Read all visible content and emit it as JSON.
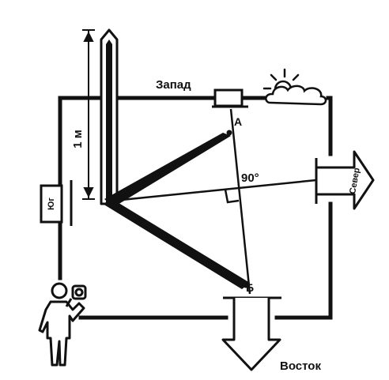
{
  "labels": {
    "west": "Запад",
    "east": "Восток",
    "north": "Север",
    "south": "Юг",
    "point_a": "А",
    "point_b": "Б",
    "angle": "90°",
    "height": "1 м"
  },
  "colors": {
    "ink": "#111111",
    "paper": "#ffffff"
  },
  "icons": {
    "weather": "sun-behind-cloud-icon",
    "observer": "person-with-camera-icon"
  }
}
